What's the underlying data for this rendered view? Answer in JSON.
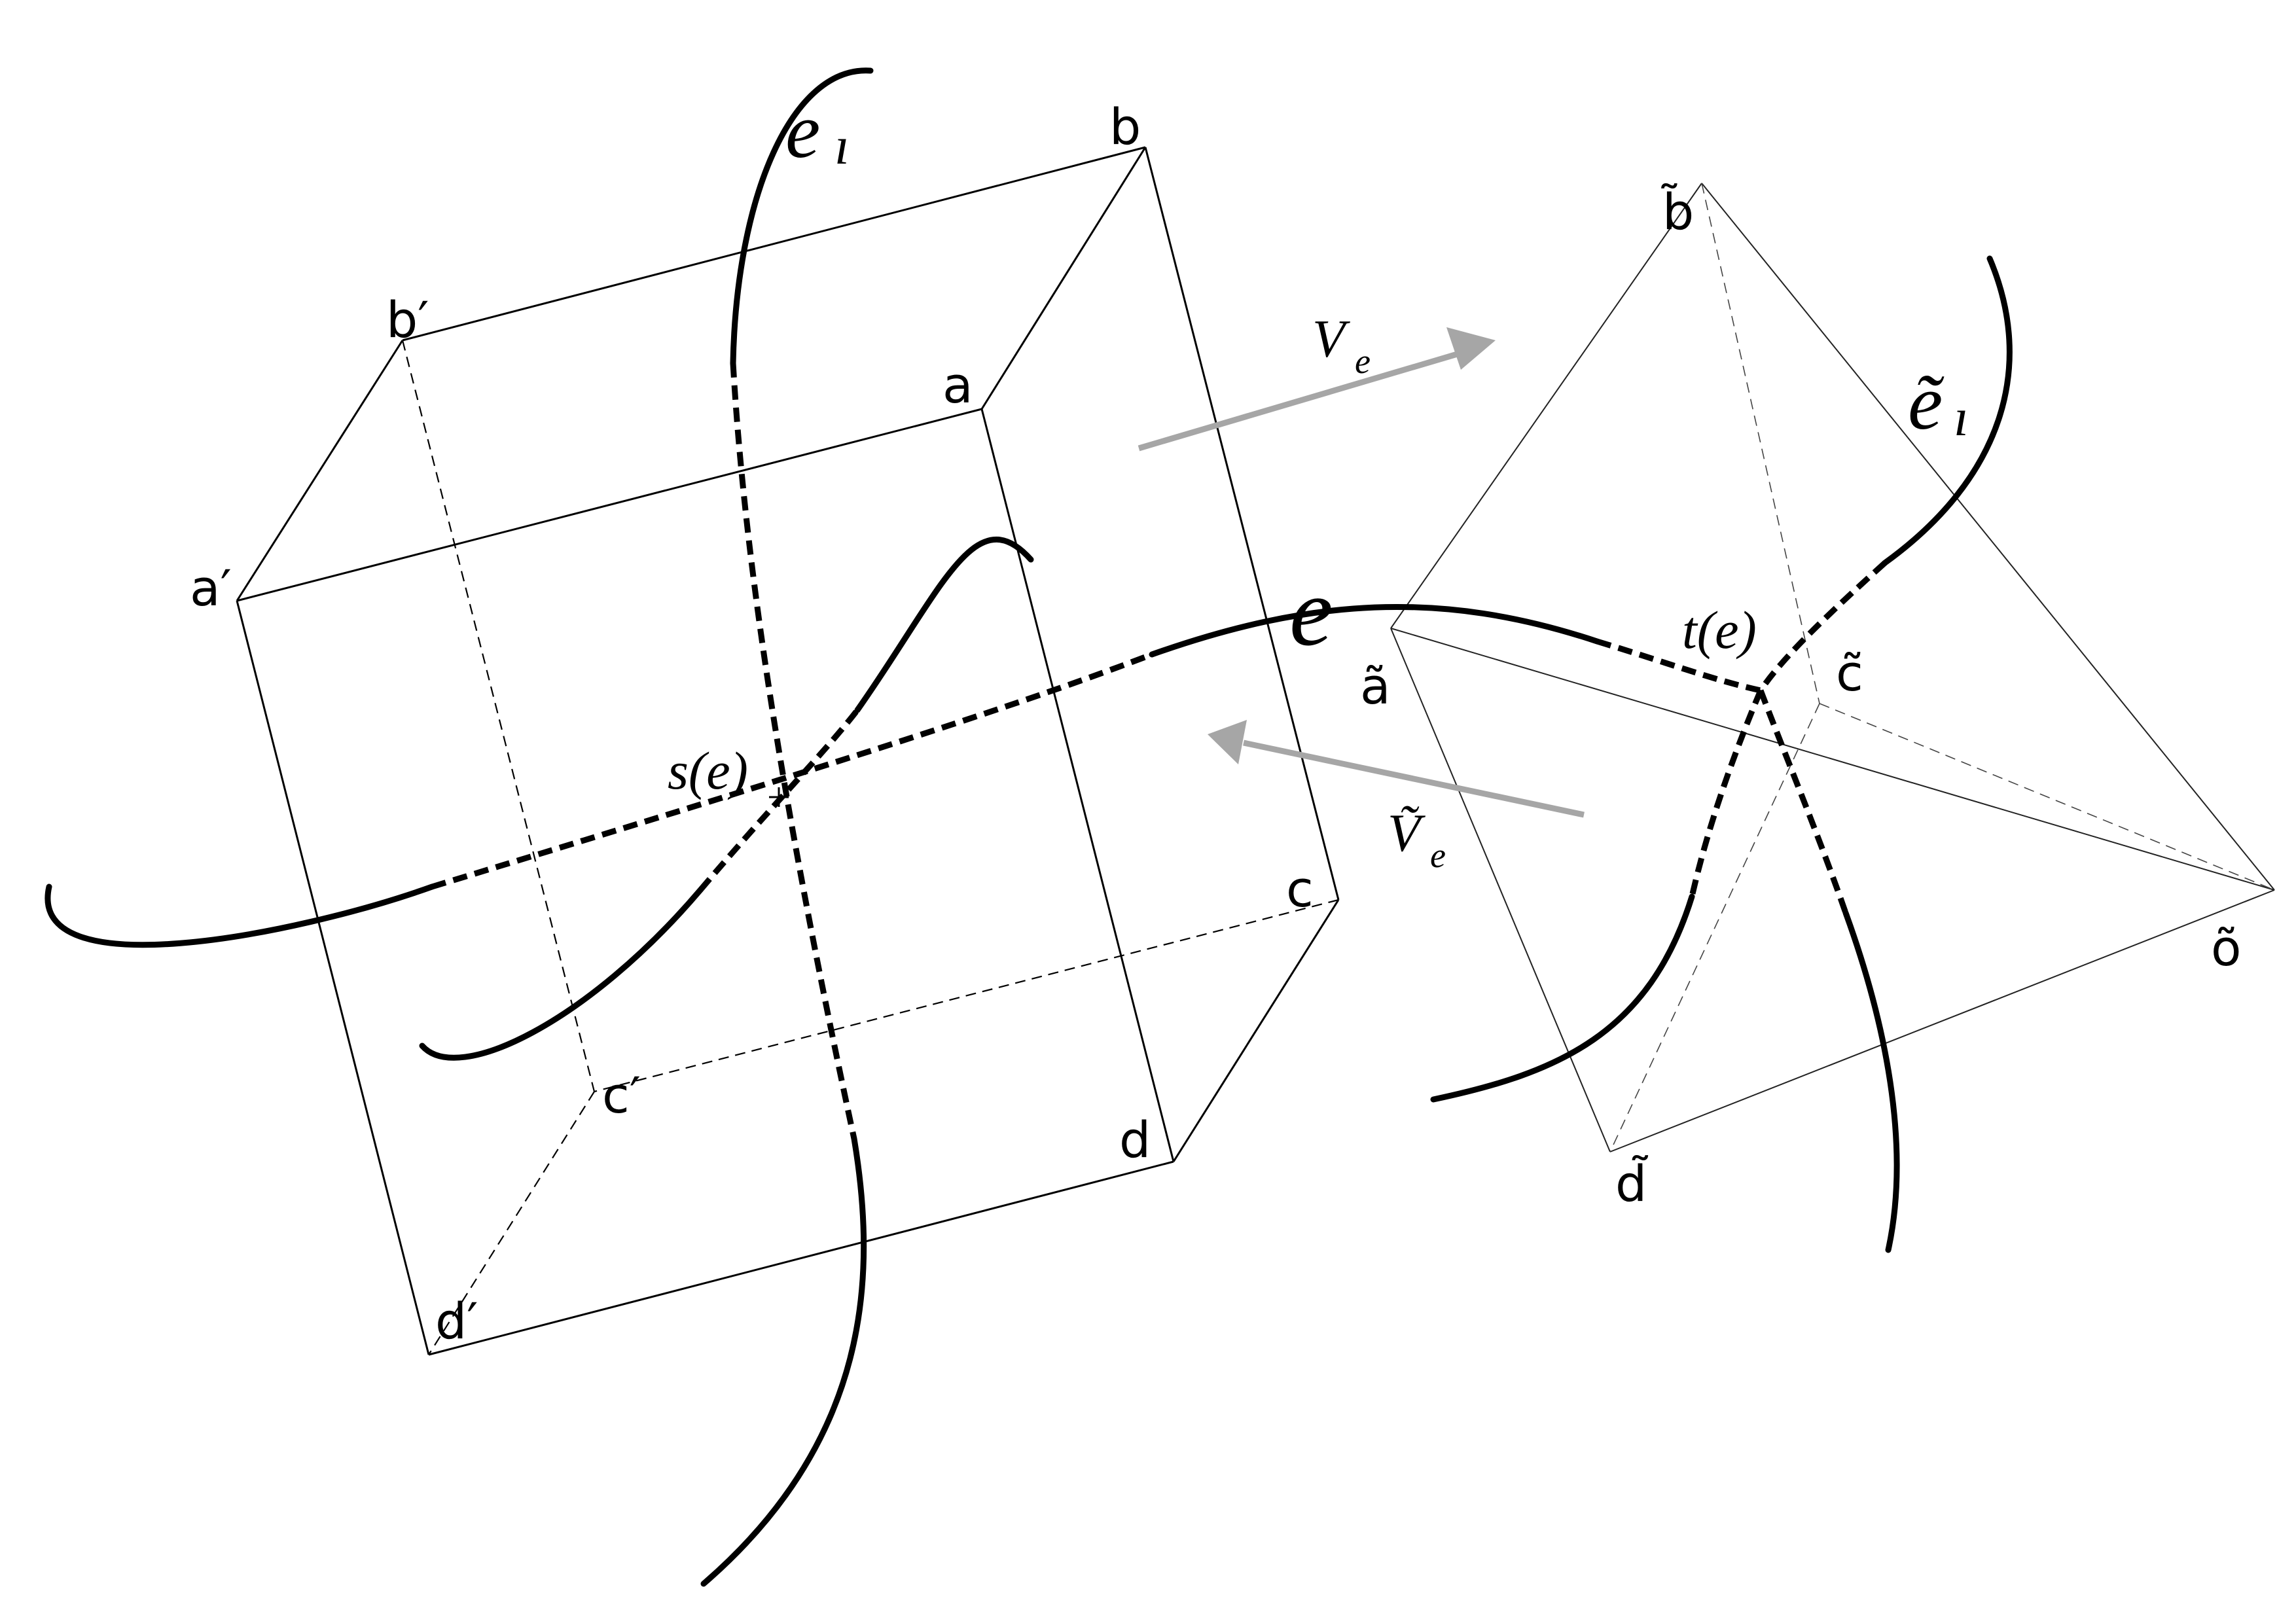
{
  "labels": {
    "cube": {
      "a": "a",
      "b": "b",
      "c": "c",
      "d": "d",
      "a_prime": "a′",
      "b_prime": "b′",
      "c_prime": "c′",
      "d_prime": "d′"
    },
    "tetra": {
      "a": "ã",
      "b": "b̃",
      "c": "c̃",
      "d": "d̃",
      "o": "õ"
    },
    "curves": {
      "e": "e",
      "e_iota": "e",
      "e_iota_sub": "ı",
      "e_tilde_iota": "ẽ",
      "e_tilde_iota_sub": "ı"
    },
    "points": {
      "s_e": "s(e)",
      "t_e": "t(e)"
    },
    "maps": {
      "V_e": "V",
      "V_e_sub": "e",
      "V_tilde_e": "Ṽ",
      "V_tilde_e_sub": "e"
    }
  },
  "colors": {
    "ink": "#000000",
    "arrow": "#a6a6a6",
    "background": "#ffffff"
  }
}
